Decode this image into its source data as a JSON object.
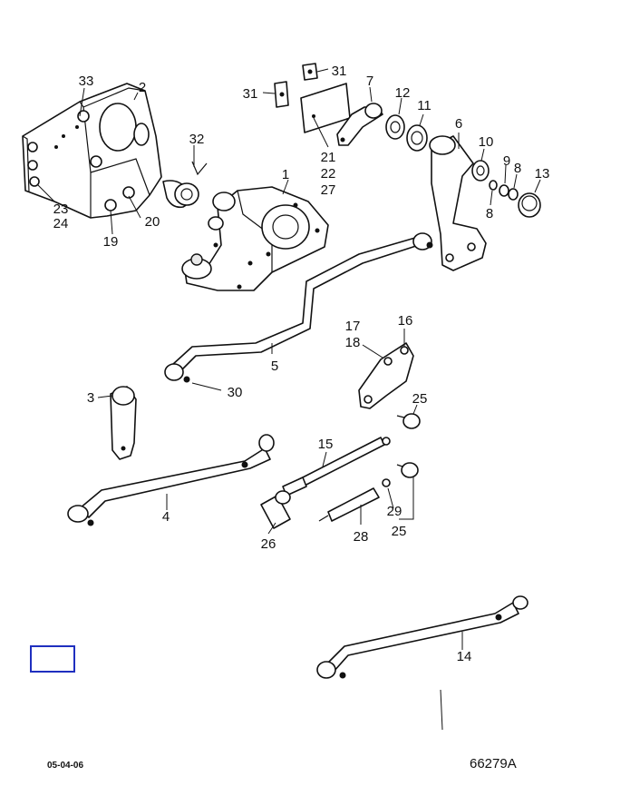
{
  "callouts": {
    "c1": "1",
    "c2": "2",
    "c3": "3",
    "c4": "4",
    "c5": "5",
    "c6": "6",
    "c7": "7",
    "c8a": "8",
    "c8b": "8",
    "c9": "9",
    "c10": "10",
    "c11": "11",
    "c12": "12",
    "c13": "13",
    "c14": "14",
    "c15": "15",
    "c16": "16",
    "c17": "17",
    "c18": "18",
    "c19": "19",
    "c20": "20",
    "c21": "21",
    "c22": "22",
    "c23": "23",
    "c24": "24",
    "c25a": "25",
    "c25b": "25",
    "c26": "26",
    "c27": "27",
    "c28": "28",
    "c29": "29",
    "c30": "30",
    "c31a": "31",
    "c31b": "31",
    "c32": "32",
    "c33": "33"
  },
  "footer": {
    "date": "05-04-06",
    "figure_id": "66279A"
  },
  "colors": {
    "line": "#111111",
    "marker_box": "#1f2fbf",
    "background": "#ffffff"
  }
}
